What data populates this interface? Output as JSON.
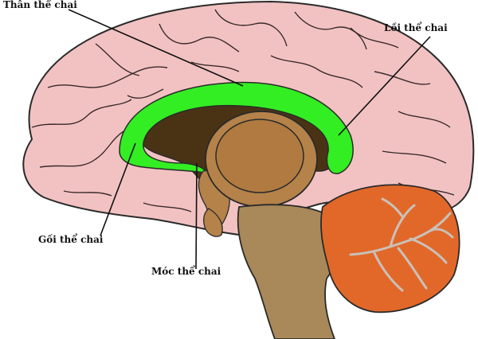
{
  "labels": {
    "than": "Thân thể chai",
    "loi": "Lồi thể chai",
    "goi": "Gối thể chai",
    "moc": "Móc thể chai"
  },
  "colors": {
    "cerebrum": "#f2c2c2",
    "corpus_callosum": "#33ee22",
    "ventricle": "#4a3315",
    "thalamus": "#b5824a",
    "brainstem": "#a98959",
    "cerebellum": "#e2682a",
    "outline": "#2a2a2a"
  }
}
